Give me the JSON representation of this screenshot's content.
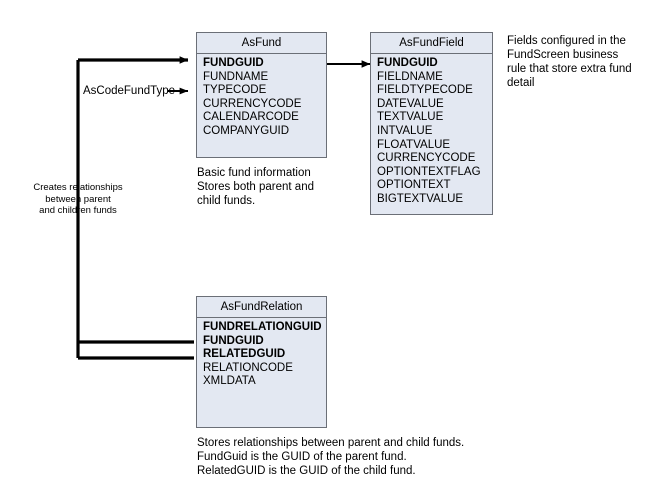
{
  "diagram": {
    "tables": [
      {
        "id": "asfund",
        "name": "AsFund",
        "fields": [
          {
            "name": "FUNDGUID",
            "pk": true
          },
          {
            "name": "FUNDNAME",
            "pk": false
          },
          {
            "name": "TYPECODE",
            "pk": false
          },
          {
            "name": "CURRENCYCODE",
            "pk": false
          },
          {
            "name": "CALENDARCODE",
            "pk": false
          },
          {
            "name": "COMPANYGUID",
            "pk": false
          }
        ],
        "caption": "Basic fund information\nStores both parent and\nchild funds."
      },
      {
        "id": "asfundfield",
        "name": "AsFundField",
        "fields": [
          {
            "name": "FUNDGUID",
            "pk": true
          },
          {
            "name": "FIELDNAME",
            "pk": false
          },
          {
            "name": "FIELDTYPECODE",
            "pk": false
          },
          {
            "name": "DATEVALUE",
            "pk": false
          },
          {
            "name": "TEXTVALUE",
            "pk": false
          },
          {
            "name": "INTVALUE",
            "pk": false
          },
          {
            "name": "FLOATVALUE",
            "pk": false
          },
          {
            "name": "CURRENCYCODE",
            "pk": false
          },
          {
            "name": "OPTIONTEXTFLAG",
            "pk": false
          },
          {
            "name": "OPTIONTEXT",
            "pk": false
          },
          {
            "name": "BIGTEXTVALUE",
            "pk": false
          }
        ],
        "caption": "Fields configured in the\nFundScreen business\nrule that store extra fund\ndetail"
      },
      {
        "id": "asfundrelation",
        "name": "AsFundRelation",
        "fields": [
          {
            "name": "FUNDRELATIONGUID",
            "pk": true
          },
          {
            "name": "FUNDGUID",
            "pk": true
          },
          {
            "name": "RELATEDGUID",
            "pk": true
          },
          {
            "name": "RELATIONCODE",
            "pk": false
          },
          {
            "name": "XMLDATA",
            "pk": false
          }
        ],
        "caption": "Stores relationships between parent and child funds.\nFundGuid is the GUID of the parent fund.\nRelatedGUID is the GUID of the child fund."
      }
    ],
    "edge_labels": [
      {
        "id": "ascodefundtype",
        "text": "AsCodeFundType"
      }
    ],
    "notes": [
      {
        "id": "relationship-note",
        "text": "Creates relationships\nbetween parent\nand children funds"
      }
    ],
    "colors": {
      "table_fill": "#e3e8f2",
      "table_border": "#6b6f77",
      "connector": "#000000",
      "text": "#000000",
      "background": "#ffffff"
    }
  }
}
